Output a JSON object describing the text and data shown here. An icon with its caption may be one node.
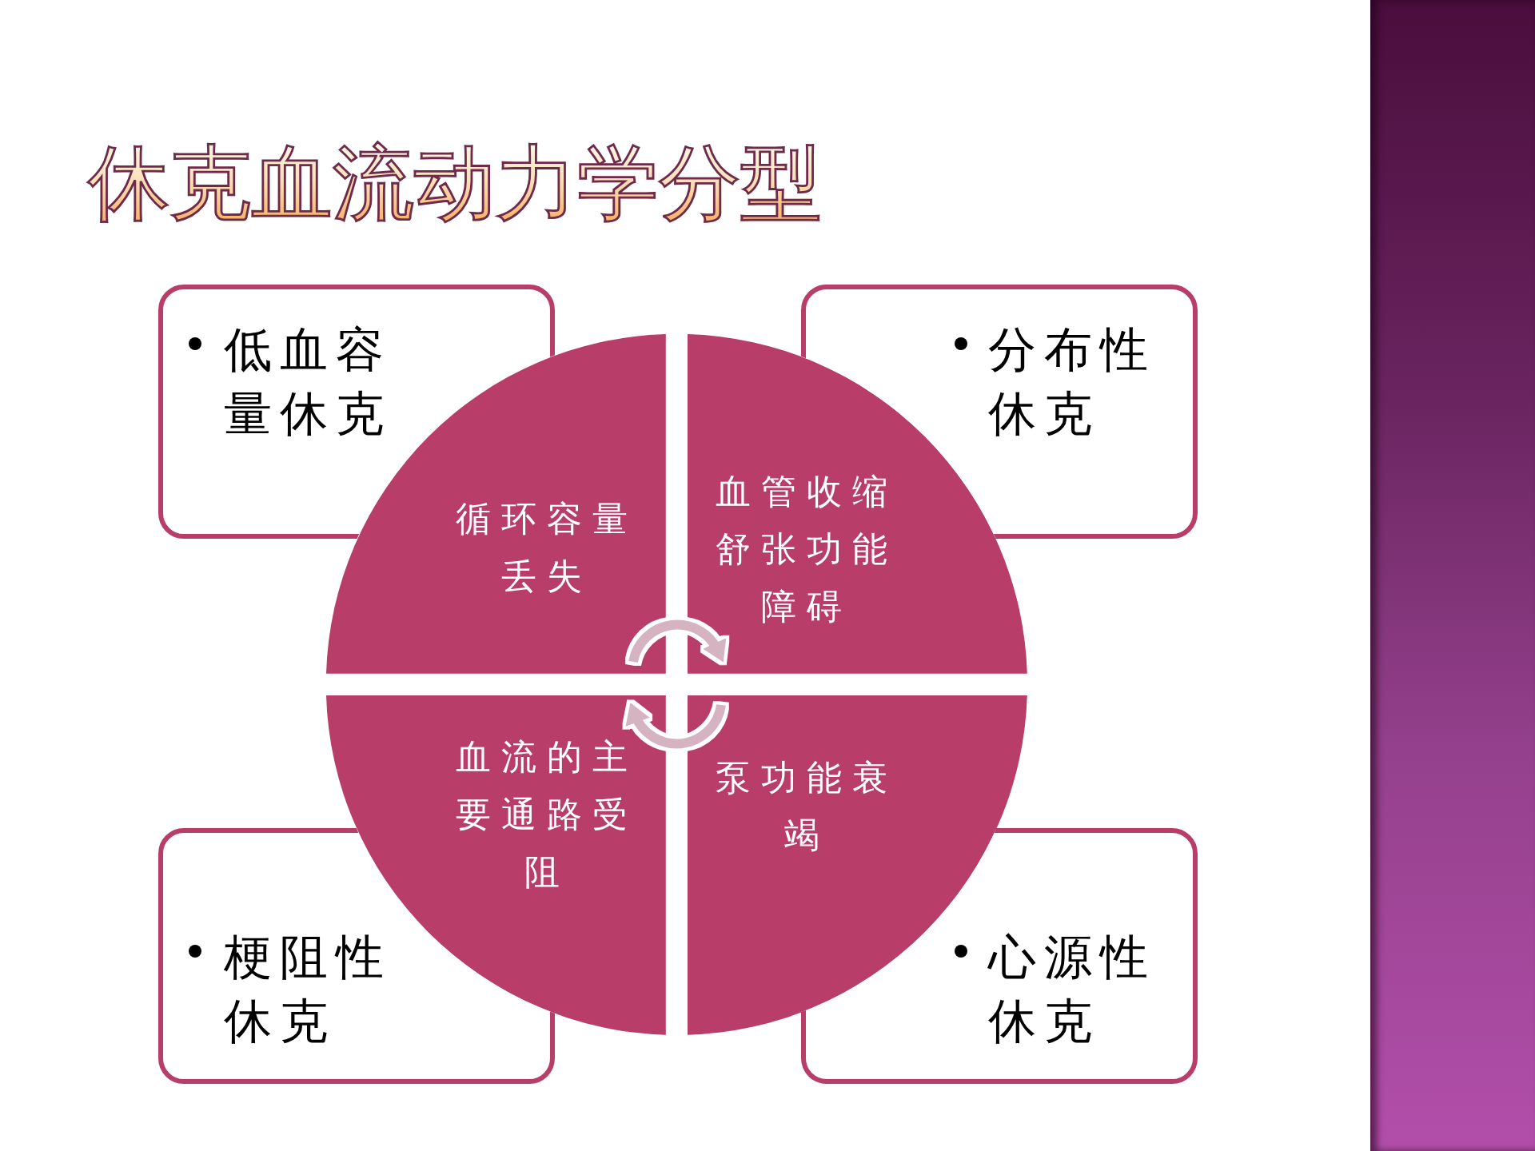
{
  "diagram": {
    "title": "休克血流动力学分型",
    "nodes": [
      {
        "text": [
          "低血容量休克"
        ]
      },
      {
        "text": [
          "分布性休克"
        ]
      },
      {
        "text": [
          "循环容量丢失"
        ]
      },
      {
        "text": [
          "血管收缩舒张功能障碍"
        ]
      },
      {
        "text": [
          "血流的主要通路受阻"
        ]
      },
      {
        "text": [
          "泵功能衰竭"
        ]
      },
      {
        "text": [
          "梗阻性休克"
        ]
      },
      {
        "text": [
          "心源性休克"
        ]
      }
    ],
    "edges": [
      {
        "from": 2,
        "to": 3,
        "arrow": "to"
      },
      {
        "from": 5,
        "to": 4,
        "arrow": "to"
      }
    ]
  }
}
